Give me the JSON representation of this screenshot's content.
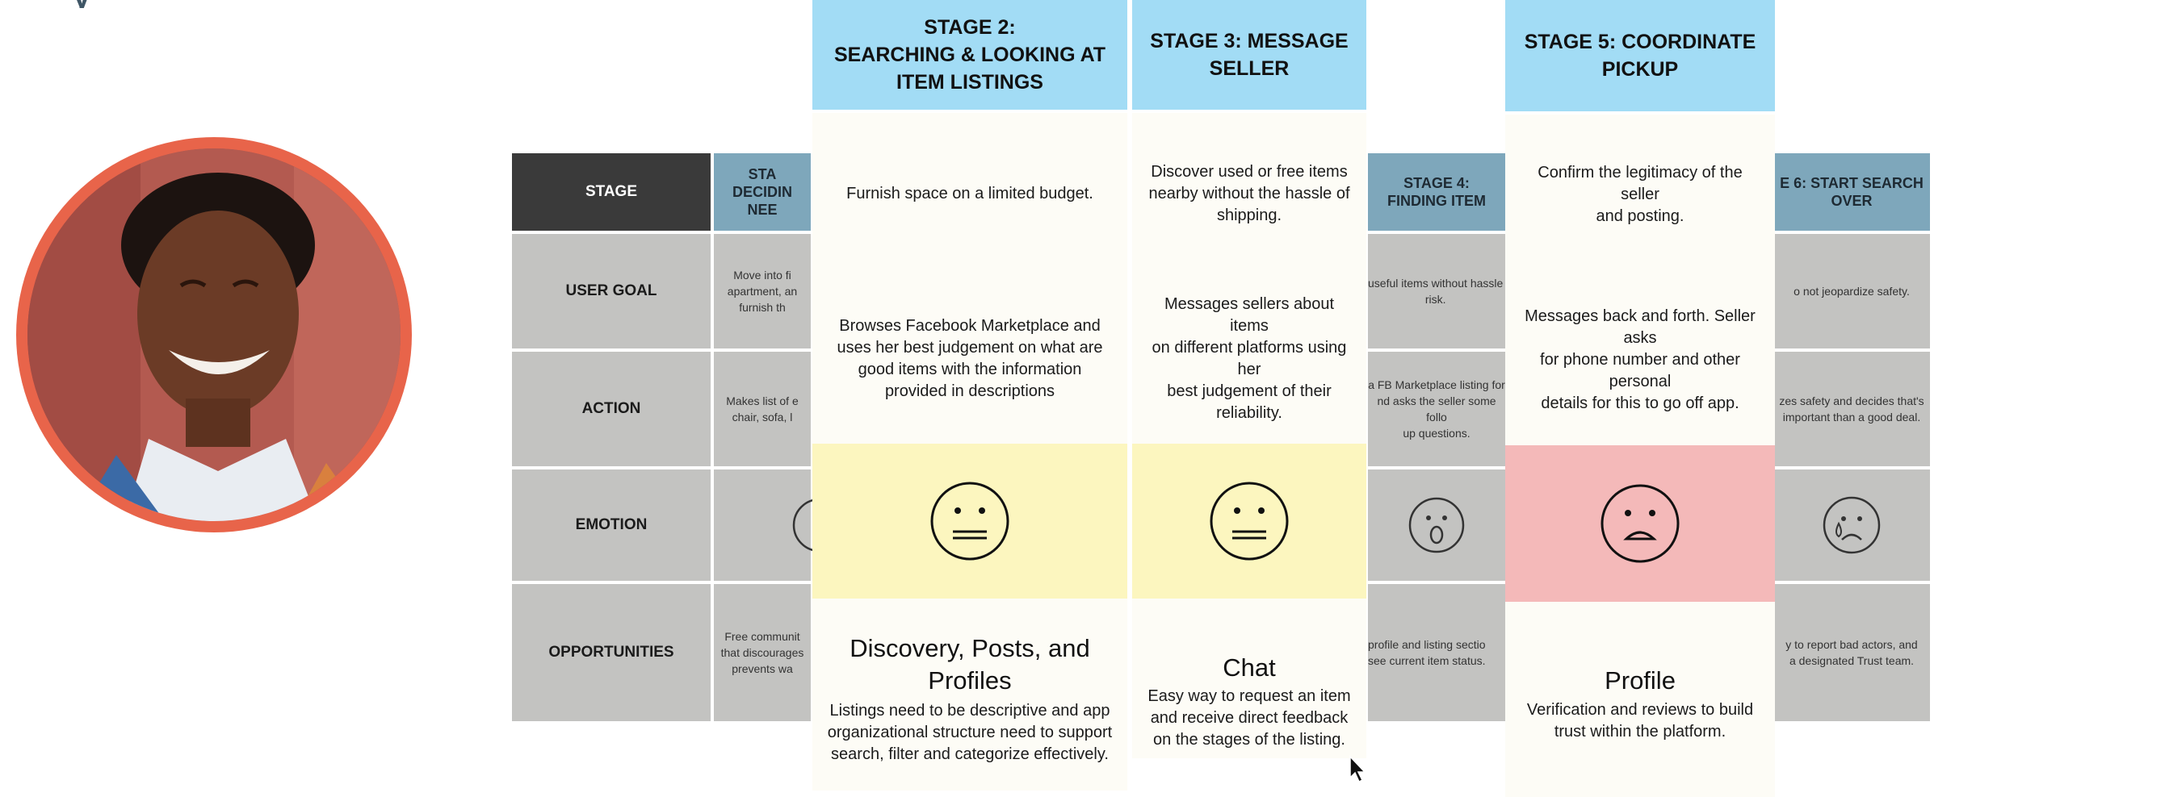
{
  "row_labels": {
    "stage": "STAGE",
    "user_goal": "USER GOAL",
    "action": "ACTION",
    "emotion": "EMOTION",
    "opportunities": "OPPORTUNITIES"
  },
  "base_columns": {
    "stage1": {
      "header": "STA\nDECIDIN\nNEE",
      "goal": "Move into fi\napartment, an\nfurnish th",
      "action": "Makes list of e\nchair, sofa, l",
      "opportunities": "Free communit\nthat discourages\nprevents wa"
    },
    "stage4": {
      "header": "STAGE 4:\nFINDING ITEM",
      "goal": "useful items without hassle\nrisk.",
      "action": "a FB Marketplace listing for\nnd asks the seller some follo\nup questions.",
      "opportunities": "profile and listing sectio\nsee current item status."
    },
    "stage6": {
      "header": "E 6: START SEARCH\nOVER",
      "goal": "o not jeopardize safety.",
      "action": "zes safety and decides that's\nimportant than a good deal.",
      "opportunities": "y to report bad actors, and\na designated Trust team."
    }
  },
  "stage2": {
    "header": "STAGE 2:\nSEARCHING & LOOKING AT\nITEM LISTINGS",
    "goal": "Furnish space on a limited budget.",
    "action": "Browses Facebook Marketplace and\nuses her best judgement on what are\ngood items with the information\nprovided in descriptions",
    "opp_title": "Discovery, Posts, and\nProfiles",
    "opp_text": "Listings need to be descriptive and app\norganizational structure need to support\nsearch, filter and categorize effectively."
  },
  "stage3": {
    "header": "STAGE 3: MESSAGE\nSELLER",
    "goal": "Discover used or free items\nnearby without the hassle of\nshipping.",
    "action": "Messages sellers about items\non different platforms using her\nbest judgement of their\nreliability.",
    "opp_title": "Chat",
    "opp_text": "Easy way to request an item\nand receive direct feedback\non the stages of the listing."
  },
  "stage5": {
    "header": "STAGE 5: COORDINATE\nPICKUP",
    "goal": "Confirm the legitimacy of the seller\nand posting.",
    "action": "Messages back and forth. Seller asks\nfor phone number and other personal\ndetails for this to go off app.",
    "opp_title": "Profile",
    "opp_text": "Verification and reviews to build\ntrust within the platform."
  },
  "icons": {
    "neutral": "neutral-face-icon",
    "surprised": "surprised-face-icon",
    "sad": "sad-face-icon",
    "crying": "crying-face-icon",
    "cursor": "mouse-cursor-icon"
  },
  "colors": {
    "avatar_ring": "#e8644a",
    "card_header": "#a2dcf5",
    "emotion_neutral": "#fcf6bf",
    "emotion_sad": "#f4b9b9",
    "base_header": "#7ea7bb",
    "base_cell": "#c3c3c1",
    "stage_label": "#3a3a3a"
  }
}
